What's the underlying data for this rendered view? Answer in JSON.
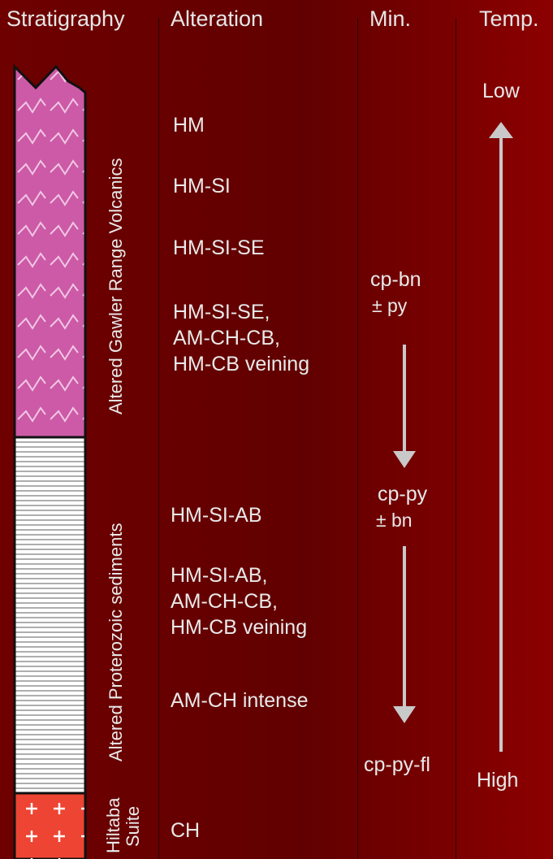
{
  "headers": {
    "stratigraphy": "Stratigraphy",
    "alteration": "Alteration",
    "mineralization": "Min.",
    "temperature": "Temp."
  },
  "units": [
    {
      "label": "Altered Gawler Range Volcanics",
      "color": "#cc5aa6"
    },
    {
      "label": "Altered Proterozoic sediments",
      "color": "#ffffff"
    },
    {
      "label_line1": "Hiltaba",
      "label_line2": "Suite",
      "color": "#ee4433"
    }
  ],
  "alteration": [
    {
      "lines": [
        "HM"
      ]
    },
    {
      "lines": [
        "HM-SI"
      ]
    },
    {
      "lines": [
        "HM-SI-SE"
      ]
    },
    {
      "lines": [
        "HM-SI-SE,",
        "AM-CH-CB,",
        "HM-CB veining"
      ]
    },
    {
      "lines": [
        "HM-SI-AB"
      ]
    },
    {
      "lines": [
        "HM-SI-AB,",
        "AM-CH-CB,",
        "HM-CB veining"
      ]
    },
    {
      "lines": [
        "AM-CH intense"
      ]
    },
    {
      "lines": [
        "CH"
      ]
    }
  ],
  "mineralization": [
    {
      "lines": [
        "cp-bn",
        "± py"
      ]
    },
    {
      "lines": [
        "cp-py",
        "± bn"
      ]
    },
    {
      "lines": [
        "cp-py-fl"
      ]
    }
  ],
  "temperature": {
    "top": "Low",
    "bottom": "High"
  },
  "colors": {
    "arrow": "#c9c9c9",
    "divider": "#2a0000",
    "text": "#e6e6e6"
  }
}
